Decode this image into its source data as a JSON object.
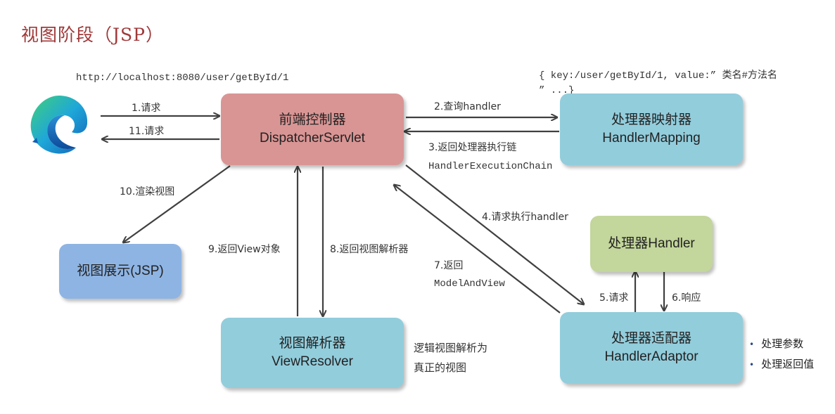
{
  "title": "视图阶段（JSP）",
  "url_label": "http://localhost:8080/user/getById/1",
  "mapping_note_line1": "{ key:/user/getById/1, value:” 类名#方法名",
  "mapping_note_line2": "” ...}",
  "boxes": {
    "dispatcher": {
      "cn": "前端控制器",
      "en": "DispatcherServlet",
      "color": "#d99594"
    },
    "handler_mapping": {
      "cn": "处理器映射器",
      "en": "HandlerMapping",
      "color": "#92cddc"
    },
    "handler": {
      "text": "处理器Handler",
      "color": "#c3d69b"
    },
    "handler_adaptor": {
      "cn": "处理器适配器",
      "en": "HandlerAdaptor",
      "color": "#92cddc"
    },
    "view_resolver": {
      "cn": "视图解析器",
      "en": "ViewResolver",
      "color": "#92cddc"
    },
    "view_display": {
      "text": "视图展示(JSP)",
      "color": "#8eb4e3"
    }
  },
  "arrows": {
    "a1": "1.请求",
    "a11": "11.请求",
    "a2": "2.查询handler",
    "a3_line1": "3.返回处理器执行链",
    "a3_line2": "HandlerExecutionChain",
    "a4": "4.请求执行handler",
    "a5": "5.请求",
    "a6": "6.响应",
    "a7_line1": "7.返回",
    "a7_line2": "ModelAndView",
    "a8": "8.返回视图解析器",
    "a9": "9.返回View对象",
    "a10": "10.渲染视图"
  },
  "resolver_note_line1": "逻辑视图解析为",
  "resolver_note_line2": "真正的视图",
  "adaptor_bullets": [
    "处理参数",
    "处理返回值"
  ],
  "browser_icon": "edge-browser-icon"
}
